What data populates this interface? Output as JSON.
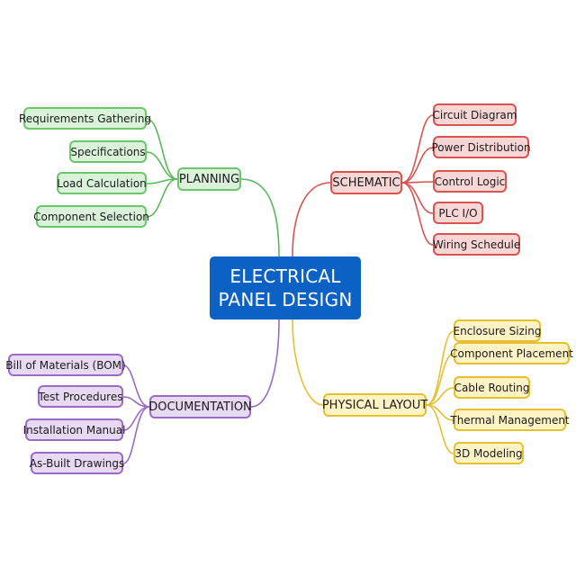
{
  "center": {
    "line1": "ELECTRICAL",
    "line2": "PANEL DESIGN"
  },
  "colors": {
    "center": "#0b62c4",
    "planning": "#5cb85c",
    "schematic": "#d9534f",
    "physical": "#e6c02e",
    "documentation": "#9b6bc6"
  },
  "branches": {
    "planning": {
      "label": "PLANNING",
      "leaves": [
        "Requirements Gathering",
        "Specifications",
        "Load Calculation",
        "Component Selection"
      ]
    },
    "schematic": {
      "label": "SCHEMATIC",
      "leaves": [
        "Circuit Diagram",
        "Power Distribution",
        "Control Logic",
        "PLC I/O",
        "Wiring Schedule"
      ]
    },
    "physical": {
      "label": "PHYSICAL LAYOUT",
      "leaves": [
        "Enclosure Sizing",
        "Component Placement",
        "Cable Routing",
        "Thermal Management",
        "3D Modeling"
      ]
    },
    "documentation": {
      "label": "DOCUMENTATION",
      "leaves": [
        "Bill of Materials (BOM)",
        "Test Procedures",
        "Installation Manual",
        "As-Built Drawings"
      ]
    }
  }
}
